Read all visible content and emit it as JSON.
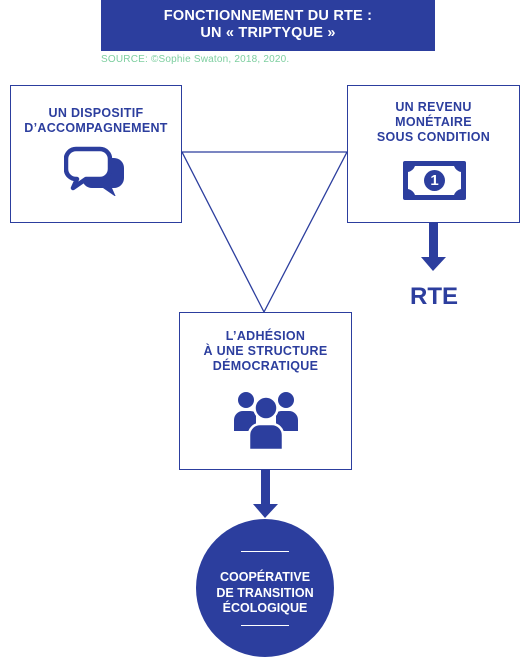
{
  "title": {
    "line1": "FONCTIONNEMENT DU RTE :",
    "line2": "UN « TRIPTYQUE »"
  },
  "source": "SOURCE: ©Sophie Swaton, 2018, 2020.",
  "boxes": {
    "accompagnement": {
      "lines": [
        "UN DISPOSITIF",
        "D’ACCOMPAGNEMENT"
      ],
      "icon": "chat-bubbles-icon"
    },
    "revenu": {
      "lines": [
        "UN REVENU",
        "MONÉTAIRE",
        "SOUS CONDITION"
      ],
      "icon": "banknote-icon"
    },
    "adhesion": {
      "lines": [
        "L’ADHÉSION",
        "À UNE STRUCTURE",
        "DÉMOCRATIQUE"
      ],
      "icon": "group-icon"
    }
  },
  "banknote_value": "1",
  "rte_label": "RTE",
  "circle": {
    "lines": [
      "COOPÉRATIVE",
      "DE TRANSITION",
      "ÉCOLOGIQUE"
    ]
  },
  "colors": {
    "primary": "#2c3e9e",
    "source_text": "#7ecfa0",
    "background": "#ffffff"
  }
}
